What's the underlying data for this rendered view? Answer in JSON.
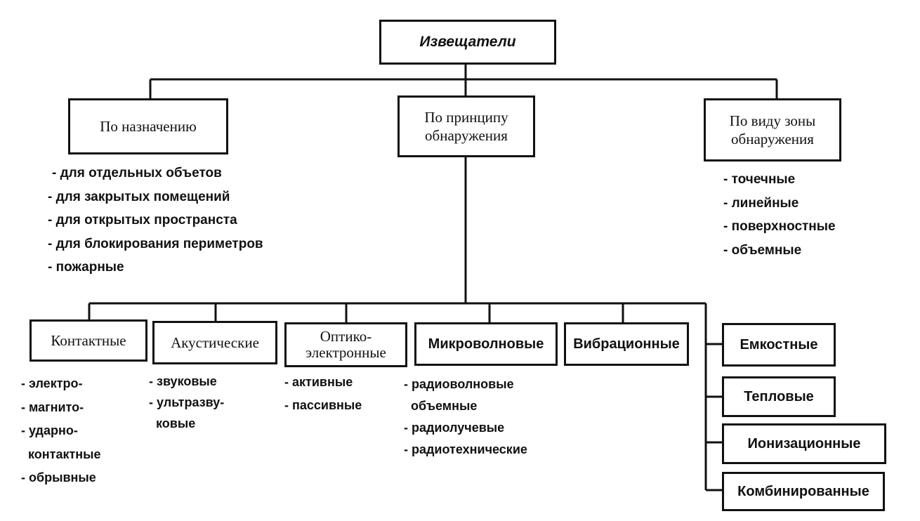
{
  "root": {
    "label": "Извещатели"
  },
  "categories": {
    "purpose": {
      "label": "По назначению",
      "items": [
        "- для отдельных  объетов",
        "- для закрытых помещений",
        "- для открытых пространста",
        "- для блокирования  периметров",
        "- пожарные"
      ]
    },
    "principle": {
      "label_line1": "По принципу",
      "label_line2": "обнаружения"
    },
    "zone": {
      "label_line1": "По виду зоны",
      "label_line2": "обнаружения",
      "items": [
        "- точечные",
        "- линейные",
        "- поверхностные",
        "- объемные"
      ]
    }
  },
  "detectors": {
    "contact": {
      "label": "Контактные",
      "items": [
        "- электро-",
        "- магнито-",
        "- ударно-",
        "  контактные",
        "- обрывные"
      ]
    },
    "acoustic": {
      "label": "Акустические",
      "items": [
        "- звуковые",
        "- ультразву-",
        "  ковые"
      ]
    },
    "optoelectronic": {
      "label_line1": "Оптико-",
      "label_line2": "электронные",
      "items": [
        "- активные",
        "- пассивные"
      ]
    },
    "microwave": {
      "label": "Микроволновые",
      "items": [
        "- радиоволновые",
        "  объемные",
        "- радиолучевые",
        "- радиотехнические"
      ]
    },
    "vibration": {
      "label": "Вибрационные"
    },
    "capacitive": {
      "label": "Емкостные"
    },
    "thermal": {
      "label": "Тепловые"
    },
    "ionization": {
      "label": "Ионизационные"
    },
    "combined": {
      "label": "Комбинированные"
    }
  }
}
